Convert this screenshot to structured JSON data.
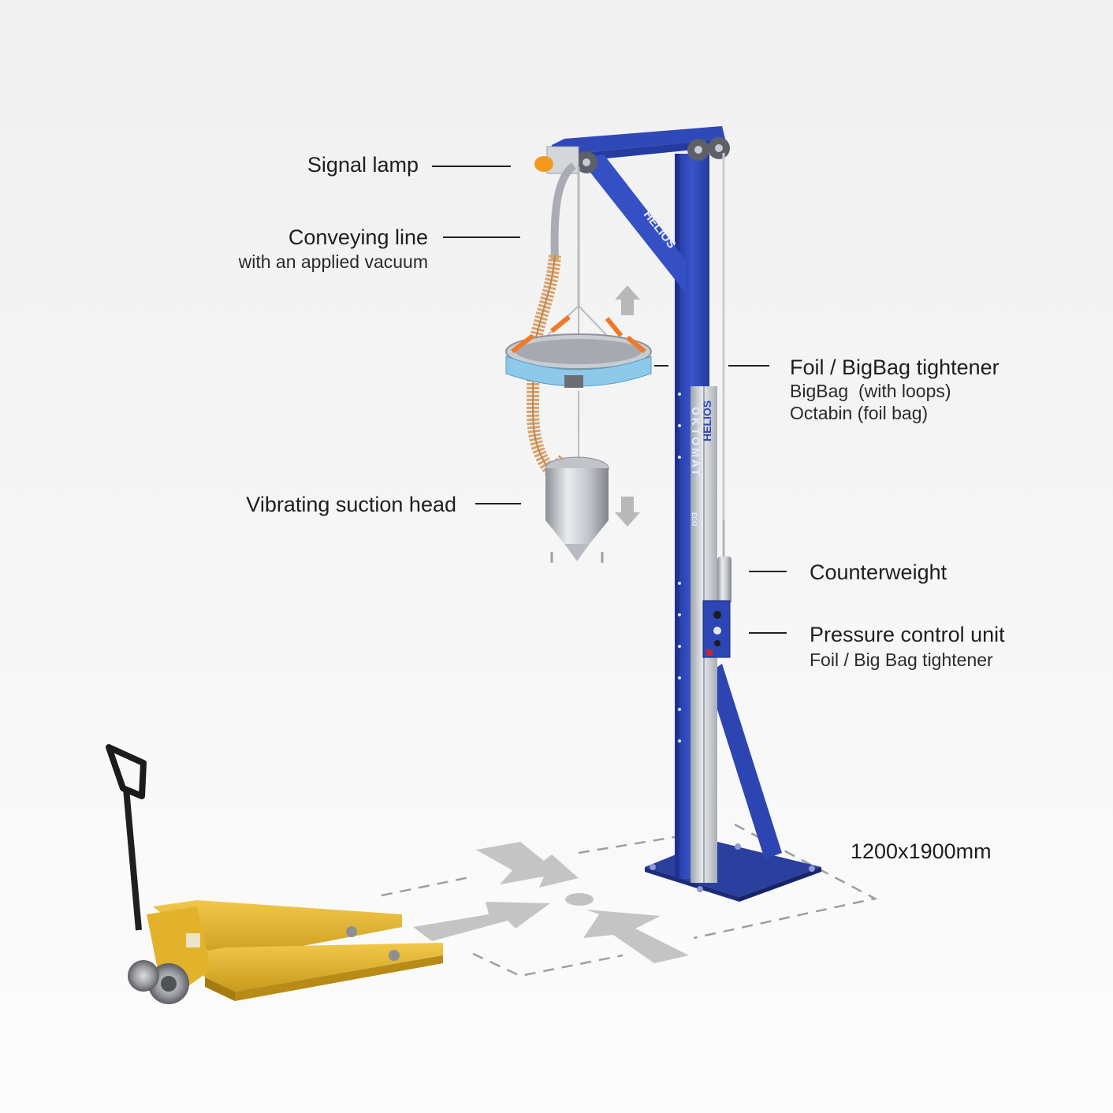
{
  "labels": {
    "signal_lamp": "Signal lamp",
    "conveying_line": "Conveying line",
    "conveying_line_sub": "with an applied vacuum",
    "vibrating_head": "Vibrating suction head",
    "tightener": "Foil / BigBag tightener",
    "tightener_sub1": "BigBag  (with loops)",
    "tightener_sub2": "Octabin (foil bag)",
    "counterweight": "Counterweight",
    "pressure_unit": "Pressure control unit",
    "pressure_unit_sub": "Foil / Big Bag tightener",
    "dimensions": "1200x1900mm"
  },
  "branding": {
    "logo_top": "HELIOS",
    "logo_column": "HELIOS",
    "product": "OKTOMAT",
    "product_sub": "ECO"
  },
  "colors": {
    "frame_blue": "#2f49b8",
    "rail_silver": "#c9ccd1",
    "pallet_truck_yellow": "#e3b52a",
    "hose_orange": "#d9a26b",
    "strap_orange": "#f07a2a",
    "ring_band_blue": "#8ec9ea",
    "lamp_orange": "#f39a1c",
    "arrow_gray": "#bdbdbd",
    "text": "#1e1e1e"
  }
}
